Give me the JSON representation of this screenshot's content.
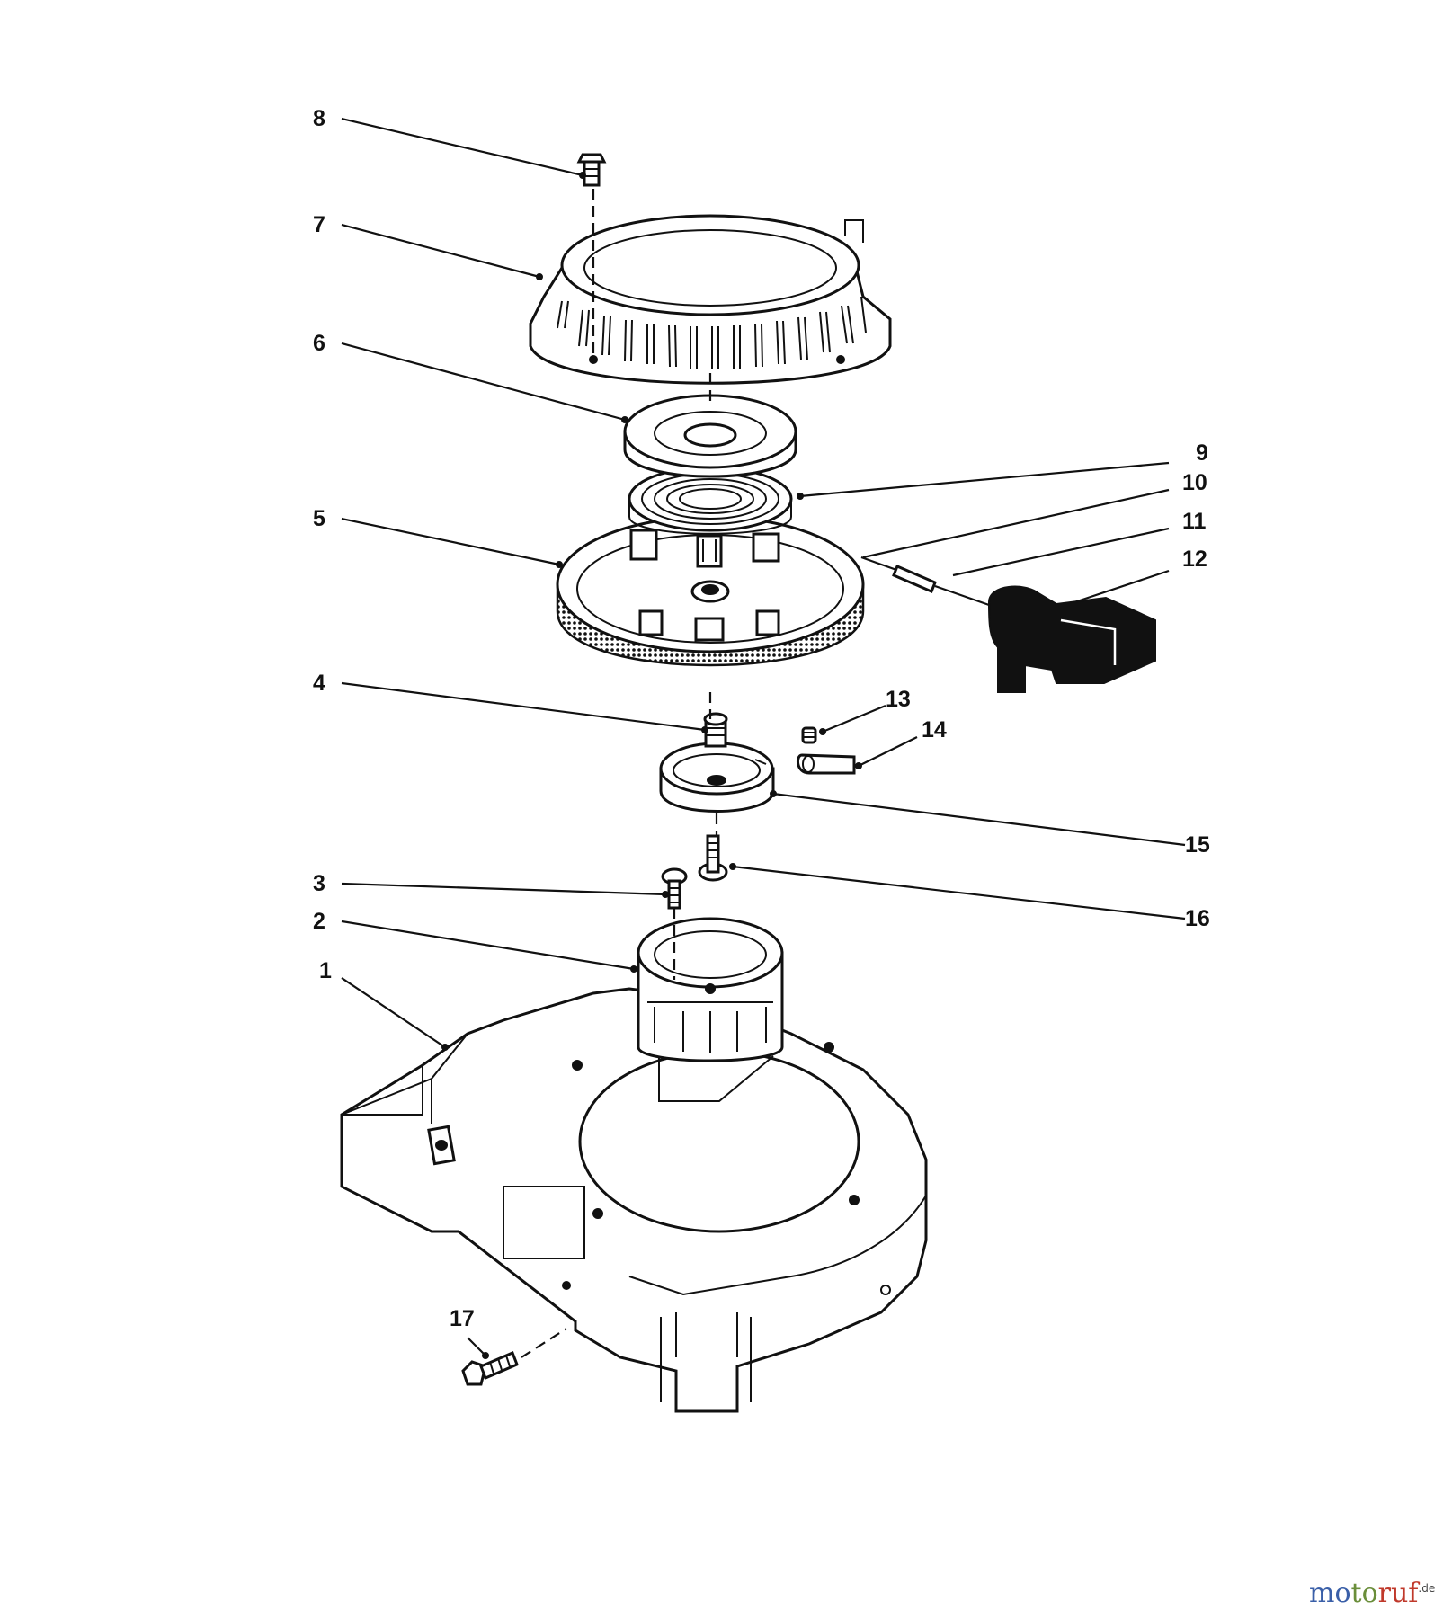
{
  "callouts": {
    "c1": "1",
    "c2": "2",
    "c3": "3",
    "c4": "4",
    "c5": "5",
    "c6": "6",
    "c7": "7",
    "c8": "8",
    "c9": "9",
    "c10": "10",
    "c11": "11",
    "c12": "12",
    "c13": "13",
    "c14": "14",
    "c15": "15",
    "c16": "16",
    "c17": "17"
  },
  "watermark": {
    "part1": "mo",
    "part2": "to",
    "part3": "ruf",
    "suffix": ".de"
  },
  "colors": {
    "line": "#111111",
    "background": "#ffffff",
    "watermark_blue": "#3a5fa8",
    "watermark_green": "#6a8e3a",
    "watermark_red": "#c0392b"
  }
}
